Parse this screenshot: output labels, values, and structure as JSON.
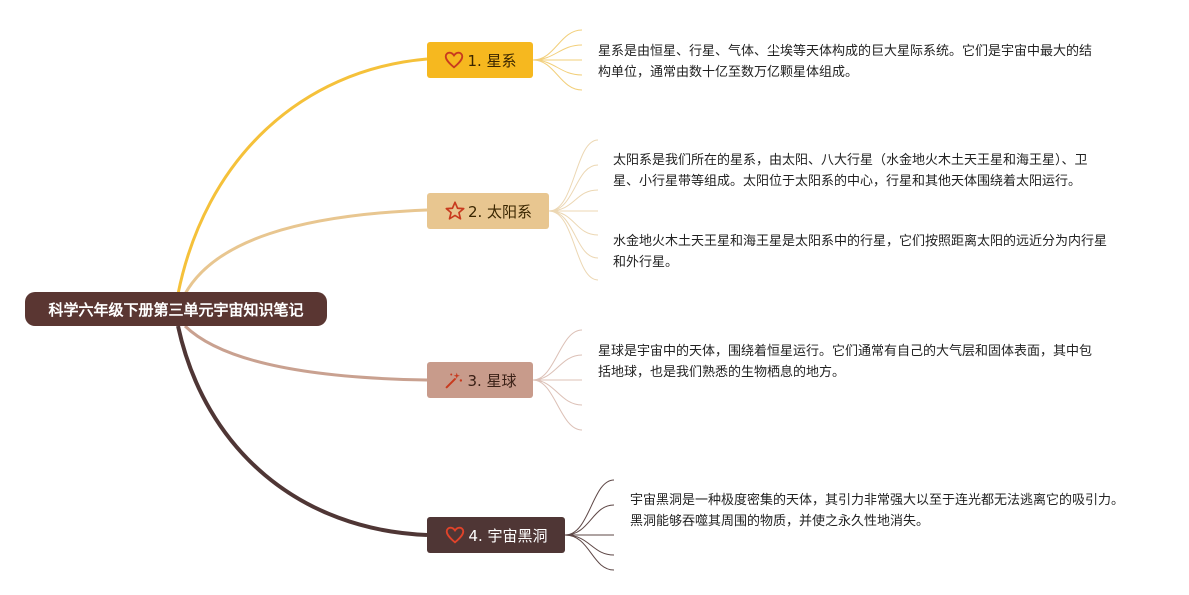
{
  "root": {
    "title": "科学六年级下册第三单元宇宙知识笔记"
  },
  "topics": [
    {
      "label": "1. 星系",
      "icon": "heart-icon",
      "color": "#f6b81f",
      "notes": [
        "星系是由恒星、行星、气体、尘埃等天体构成的巨大星际系统。它们是宇宙中最大的结构单位，通常由数十亿至数万亿颗星体组成。"
      ]
    },
    {
      "label": "2. 太阳系",
      "icon": "star-icon",
      "color": "#e8c690",
      "notes": [
        "太阳系是我们所在的星系，由太阳、八大行星（水金地火木土天王星和海王星）、卫星、小行星带等组成。太阳位于太阳系的中心，行星和其他天体围绕着太阳运行。",
        "水金地火木土天王星和海王星是太阳系中的行星，它们按照距离太阳的远近分为内行星和外行星。"
      ]
    },
    {
      "label": "3. 星球",
      "icon": "magic-wand-icon",
      "color": "#c89b8b",
      "notes": [
        "星球是宇宙中的天体，围绕着恒星运行。它们通常有自己的大气层和固体表面，其中包括地球，也是我们熟悉的生物栖息的地方。"
      ]
    },
    {
      "label": "4. 宇宙黑洞",
      "icon": "heart-icon",
      "color": "#4f3635",
      "notes": [
        "宇宙黑洞是一种极度密集的天体，其引力非常强大以至于连光都无法逃离它的吸引力。黑洞能够吞噬其周围的物质，并使之永久性地消失。"
      ]
    }
  ]
}
